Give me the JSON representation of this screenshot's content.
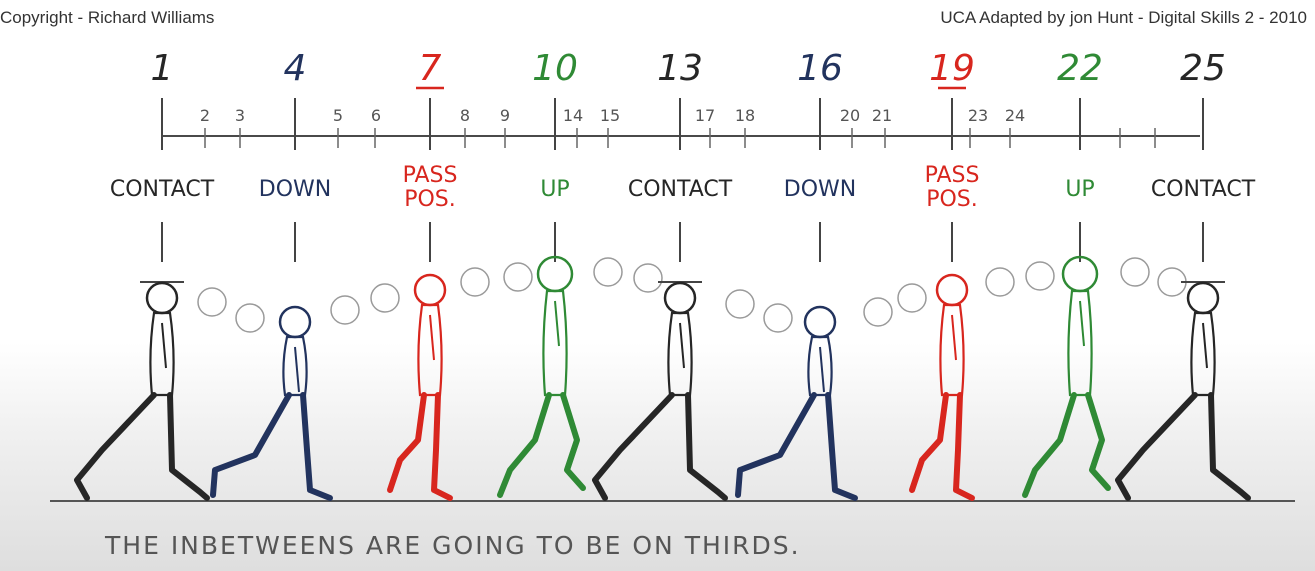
{
  "header": {
    "copyright": "Copyright - Richard Williams",
    "credit": "UCA    Adapted by jon Hunt - Digital Skills 2 - 2010"
  },
  "colors": {
    "black": "#262626",
    "red": "#d8261e",
    "green": "#2f8a35",
    "navy": "#22335e",
    "blue": "#2e4b98",
    "grey": "#9a9a9a"
  },
  "keys": [
    {
      "num": "1",
      "label": "CONTACT",
      "color": "#262626",
      "figure": "contact"
    },
    {
      "num": "4",
      "label": "DOWN",
      "color": "#22335e",
      "figure": "down"
    },
    {
      "num": "7",
      "label": "PASS POS.",
      "color": "#d8261e",
      "figure": "pass"
    },
    {
      "num": "10",
      "label": "UP",
      "color": "#2f8a35",
      "figure": "up"
    },
    {
      "num": "13",
      "label": "CONTACT",
      "color": "#262626",
      "figure": "contact"
    },
    {
      "num": "16",
      "label": "DOWN",
      "color": "#22335e",
      "figure": "down"
    },
    {
      "num": "19",
      "label": "PASS POS.",
      "color": "#d8261e",
      "figure": "pass"
    },
    {
      "num": "22",
      "label": "UP",
      "color": "#2f8a35",
      "figure": "up"
    },
    {
      "num": "25",
      "label": "CONTACT",
      "color": "#262626",
      "figure": "contact"
    }
  ],
  "inbetween_numbers": [
    "2",
    "3",
    "5",
    "6",
    "8",
    "9",
    "14",
    "15",
    "17",
    "18",
    "20",
    "21",
    "23",
    "24"
  ],
  "footer": {
    "note": "THE INBETWEENS ARE GOING TO BE ON THIRDS."
  }
}
